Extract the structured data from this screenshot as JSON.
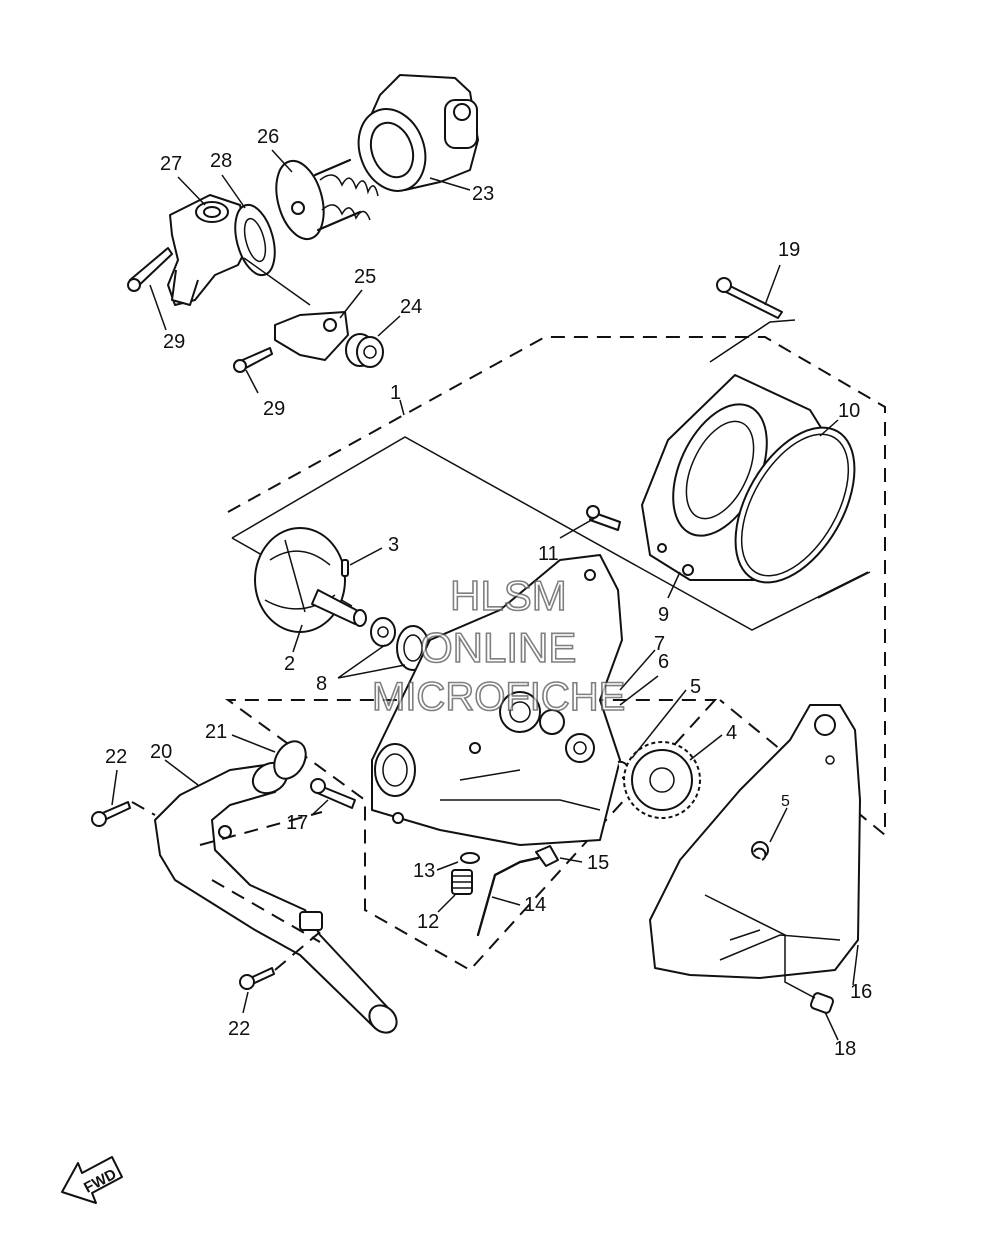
{
  "watermark": {
    "line1": "HLSM",
    "line2": "ONLINE",
    "line3": "MICROFICHE"
  },
  "direction_label": "FWD",
  "callouts": {
    "c1": "1",
    "c2": "2",
    "c3": "3",
    "c4": "4",
    "c5a": "5",
    "c5b": "5",
    "c6": "6",
    "c7": "7",
    "c8": "8",
    "c9": "9",
    "c10": "10",
    "c11": "11",
    "c12": "12",
    "c13": "13",
    "c14": "14",
    "c15": "15",
    "c16": "16",
    "c17": "17",
    "c18": "18",
    "c19": "19",
    "c20": "20",
    "c21": "21",
    "c22a": "22",
    "c22b": "22",
    "c23": "23",
    "c24": "24",
    "c25": "25",
    "c26": "26",
    "c27": "27",
    "c28": "28",
    "c29a": "29",
    "c29b": "29"
  }
}
